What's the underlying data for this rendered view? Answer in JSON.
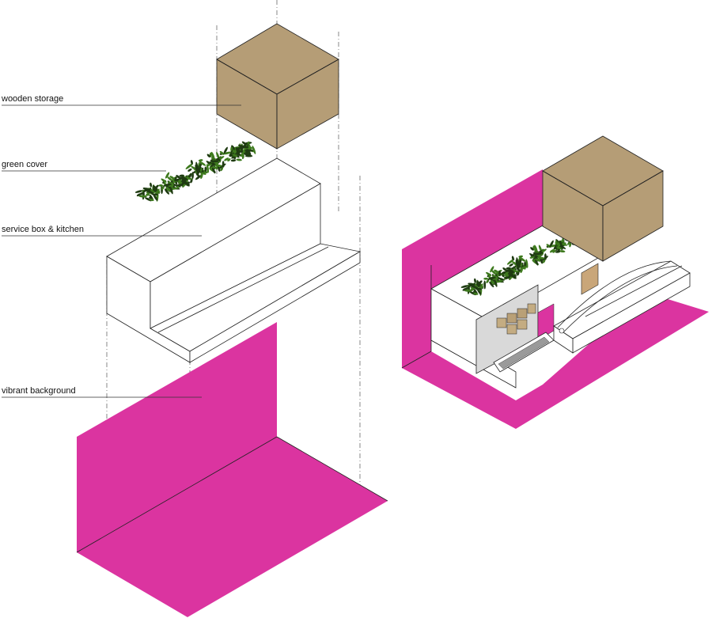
{
  "labels": {
    "wooden_storage": "wooden storage",
    "green_cover": "green cover",
    "service_box": "service box & kitchen",
    "vibrant_background": "vibrant background"
  },
  "colors": {
    "magenta": "#DB34A0",
    "wood": "#B59D76",
    "foliage_dark": "#1F3B12",
    "foliage_light": "#3E7A1E",
    "line": "#222222"
  }
}
